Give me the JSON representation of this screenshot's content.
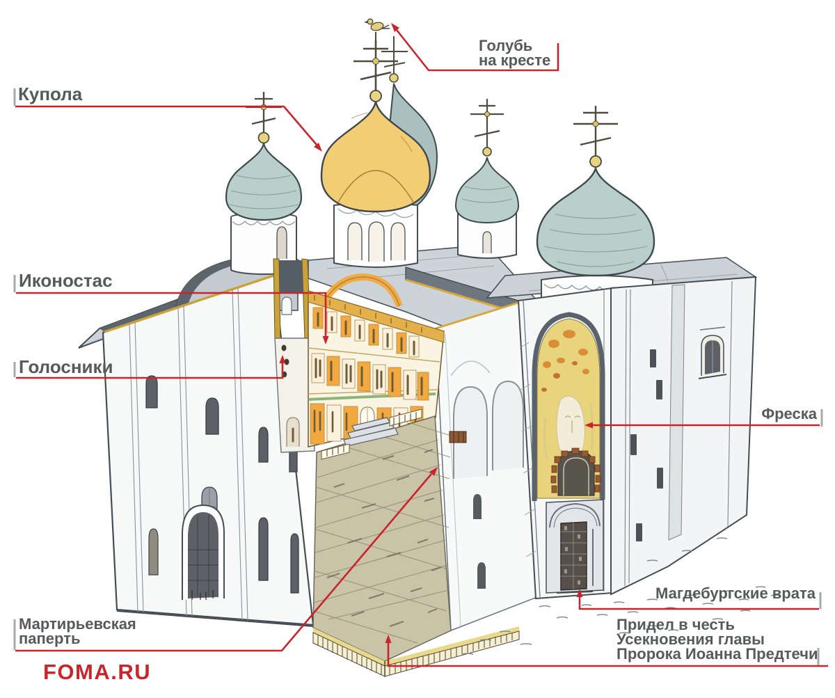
{
  "palette": {
    "accent_red": "#c9242b",
    "label_gray": "#58595b",
    "gold_dome": "#f3cd74",
    "silver_dome": "#b9cfcc",
    "fresco_yellow": "#e9d47e",
    "iconostasis_orange": "#f2a93f"
  },
  "watermark": "FOMA.RU",
  "annotations": {
    "dove": {
      "line1": "Голубь",
      "line2": "на кресте"
    },
    "kupola": {
      "text": "Купола"
    },
    "ikonostas": {
      "text": "Иконостас"
    },
    "golosniki": {
      "text": "Голосники"
    },
    "freska": {
      "text": "Фреска"
    },
    "magdeburg": {
      "text": "Магдебургские врата"
    },
    "pridel": {
      "line1": "Придел в честь",
      "line2": "Усекновения главы",
      "line3": "Пророка Иоанна Предтечи"
    },
    "martir": {
      "line1": "Мартирьевская",
      "line2": "паперть"
    }
  }
}
